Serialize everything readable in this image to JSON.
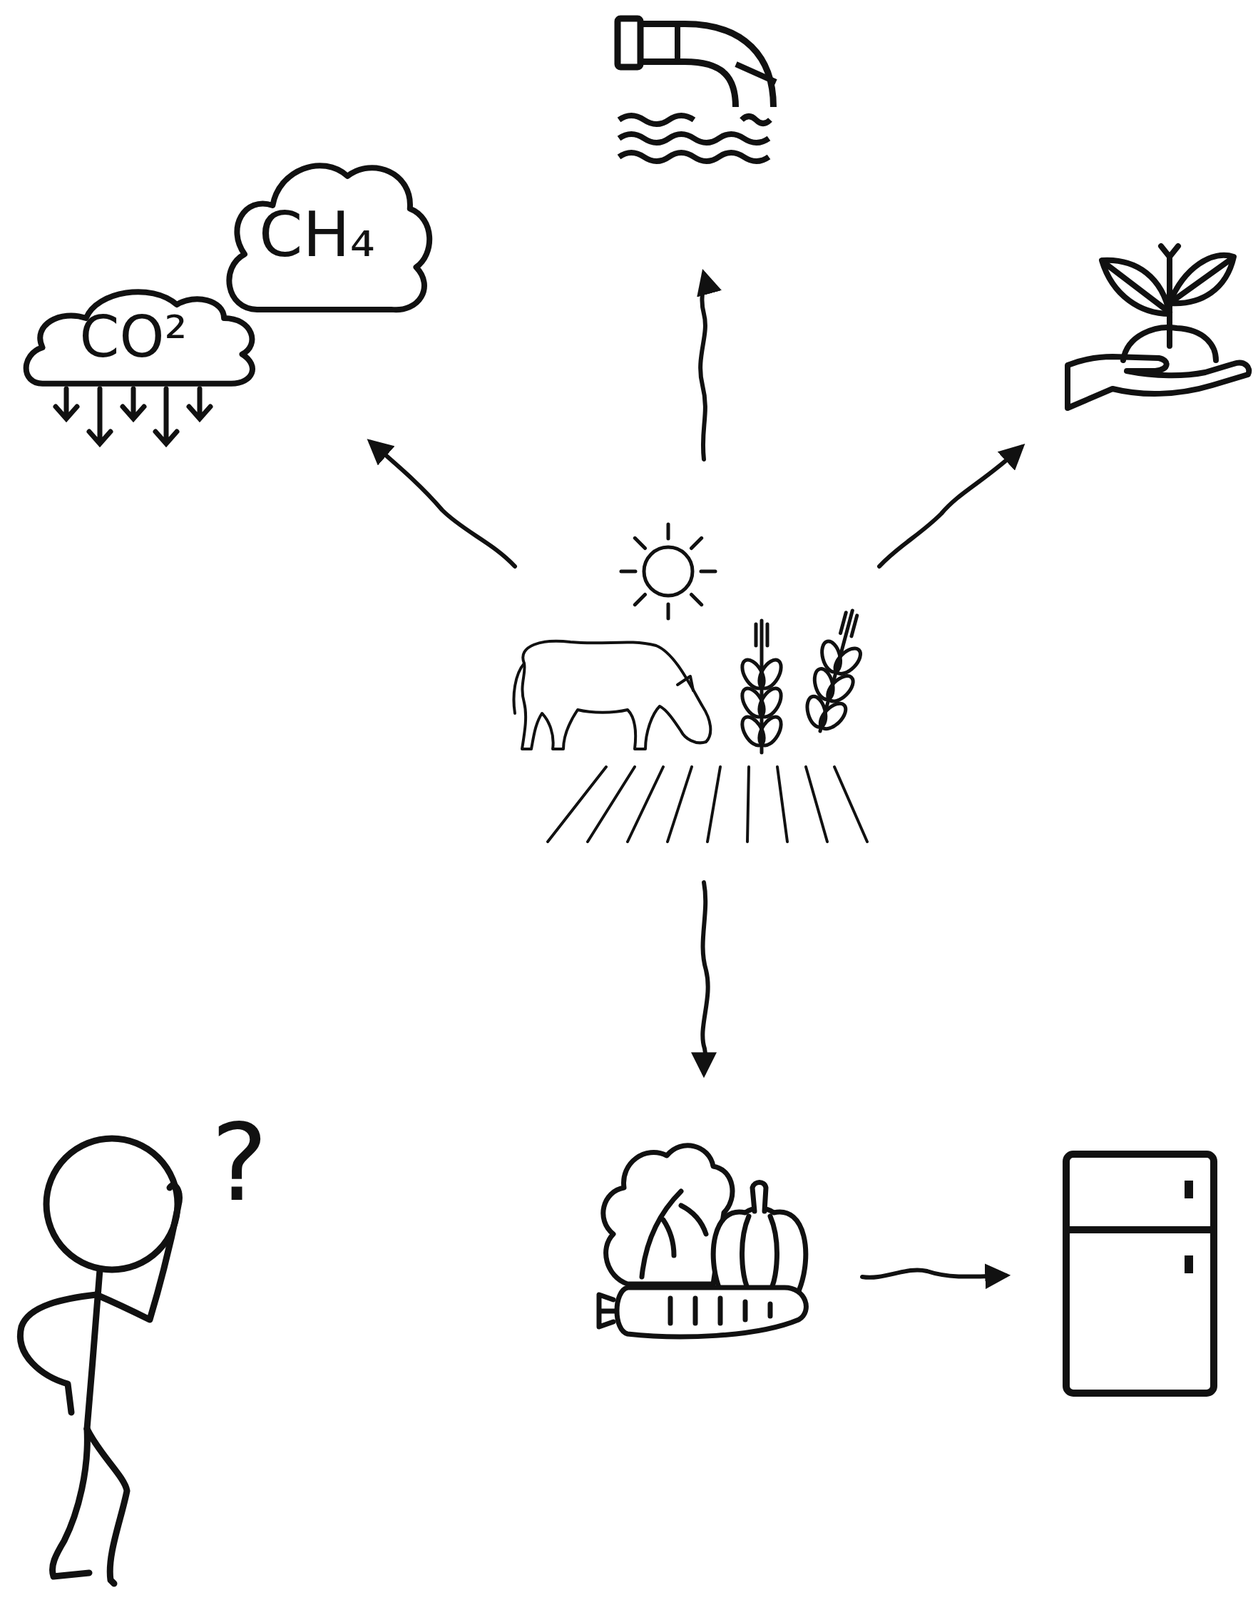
{
  "diagram": {
    "nodes": [
      {
        "text": [
          "CO²"
        ]
      },
      {
        "text": [
          "CH₄"
        ]
      }
    ],
    "labels": [
      "?"
    ]
  }
}
